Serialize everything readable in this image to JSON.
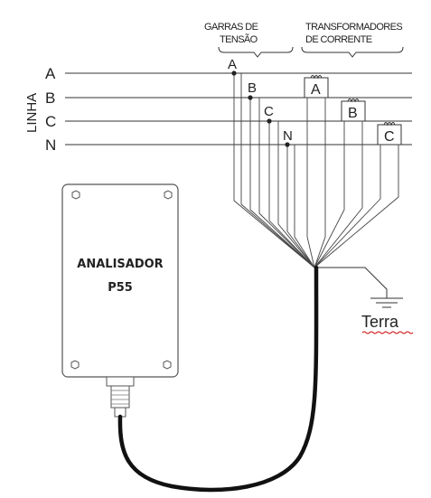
{
  "headers": {
    "voltage_clamps_line1": "GARRAS DE",
    "voltage_clamps_line2": "TENSÃO",
    "current_transformers_line1": "TRANSFORMADORES",
    "current_transformers_line2": "DE CORRENTE"
  },
  "line_group_label": "LINHA",
  "bus_labels": [
    "A",
    "B",
    "C",
    "N"
  ],
  "clamp_labels": [
    "A",
    "B",
    "C",
    "N"
  ],
  "ct_labels": [
    "A",
    "B",
    "C"
  ],
  "analyzer": {
    "name_line1": "ANALISADOR",
    "name_line2": "P55"
  },
  "ground_label": "Terra",
  "colors": {
    "wire": "#333333",
    "cable": "#111111",
    "box_outline": "#555555",
    "ground_underline": "#cc0000"
  }
}
